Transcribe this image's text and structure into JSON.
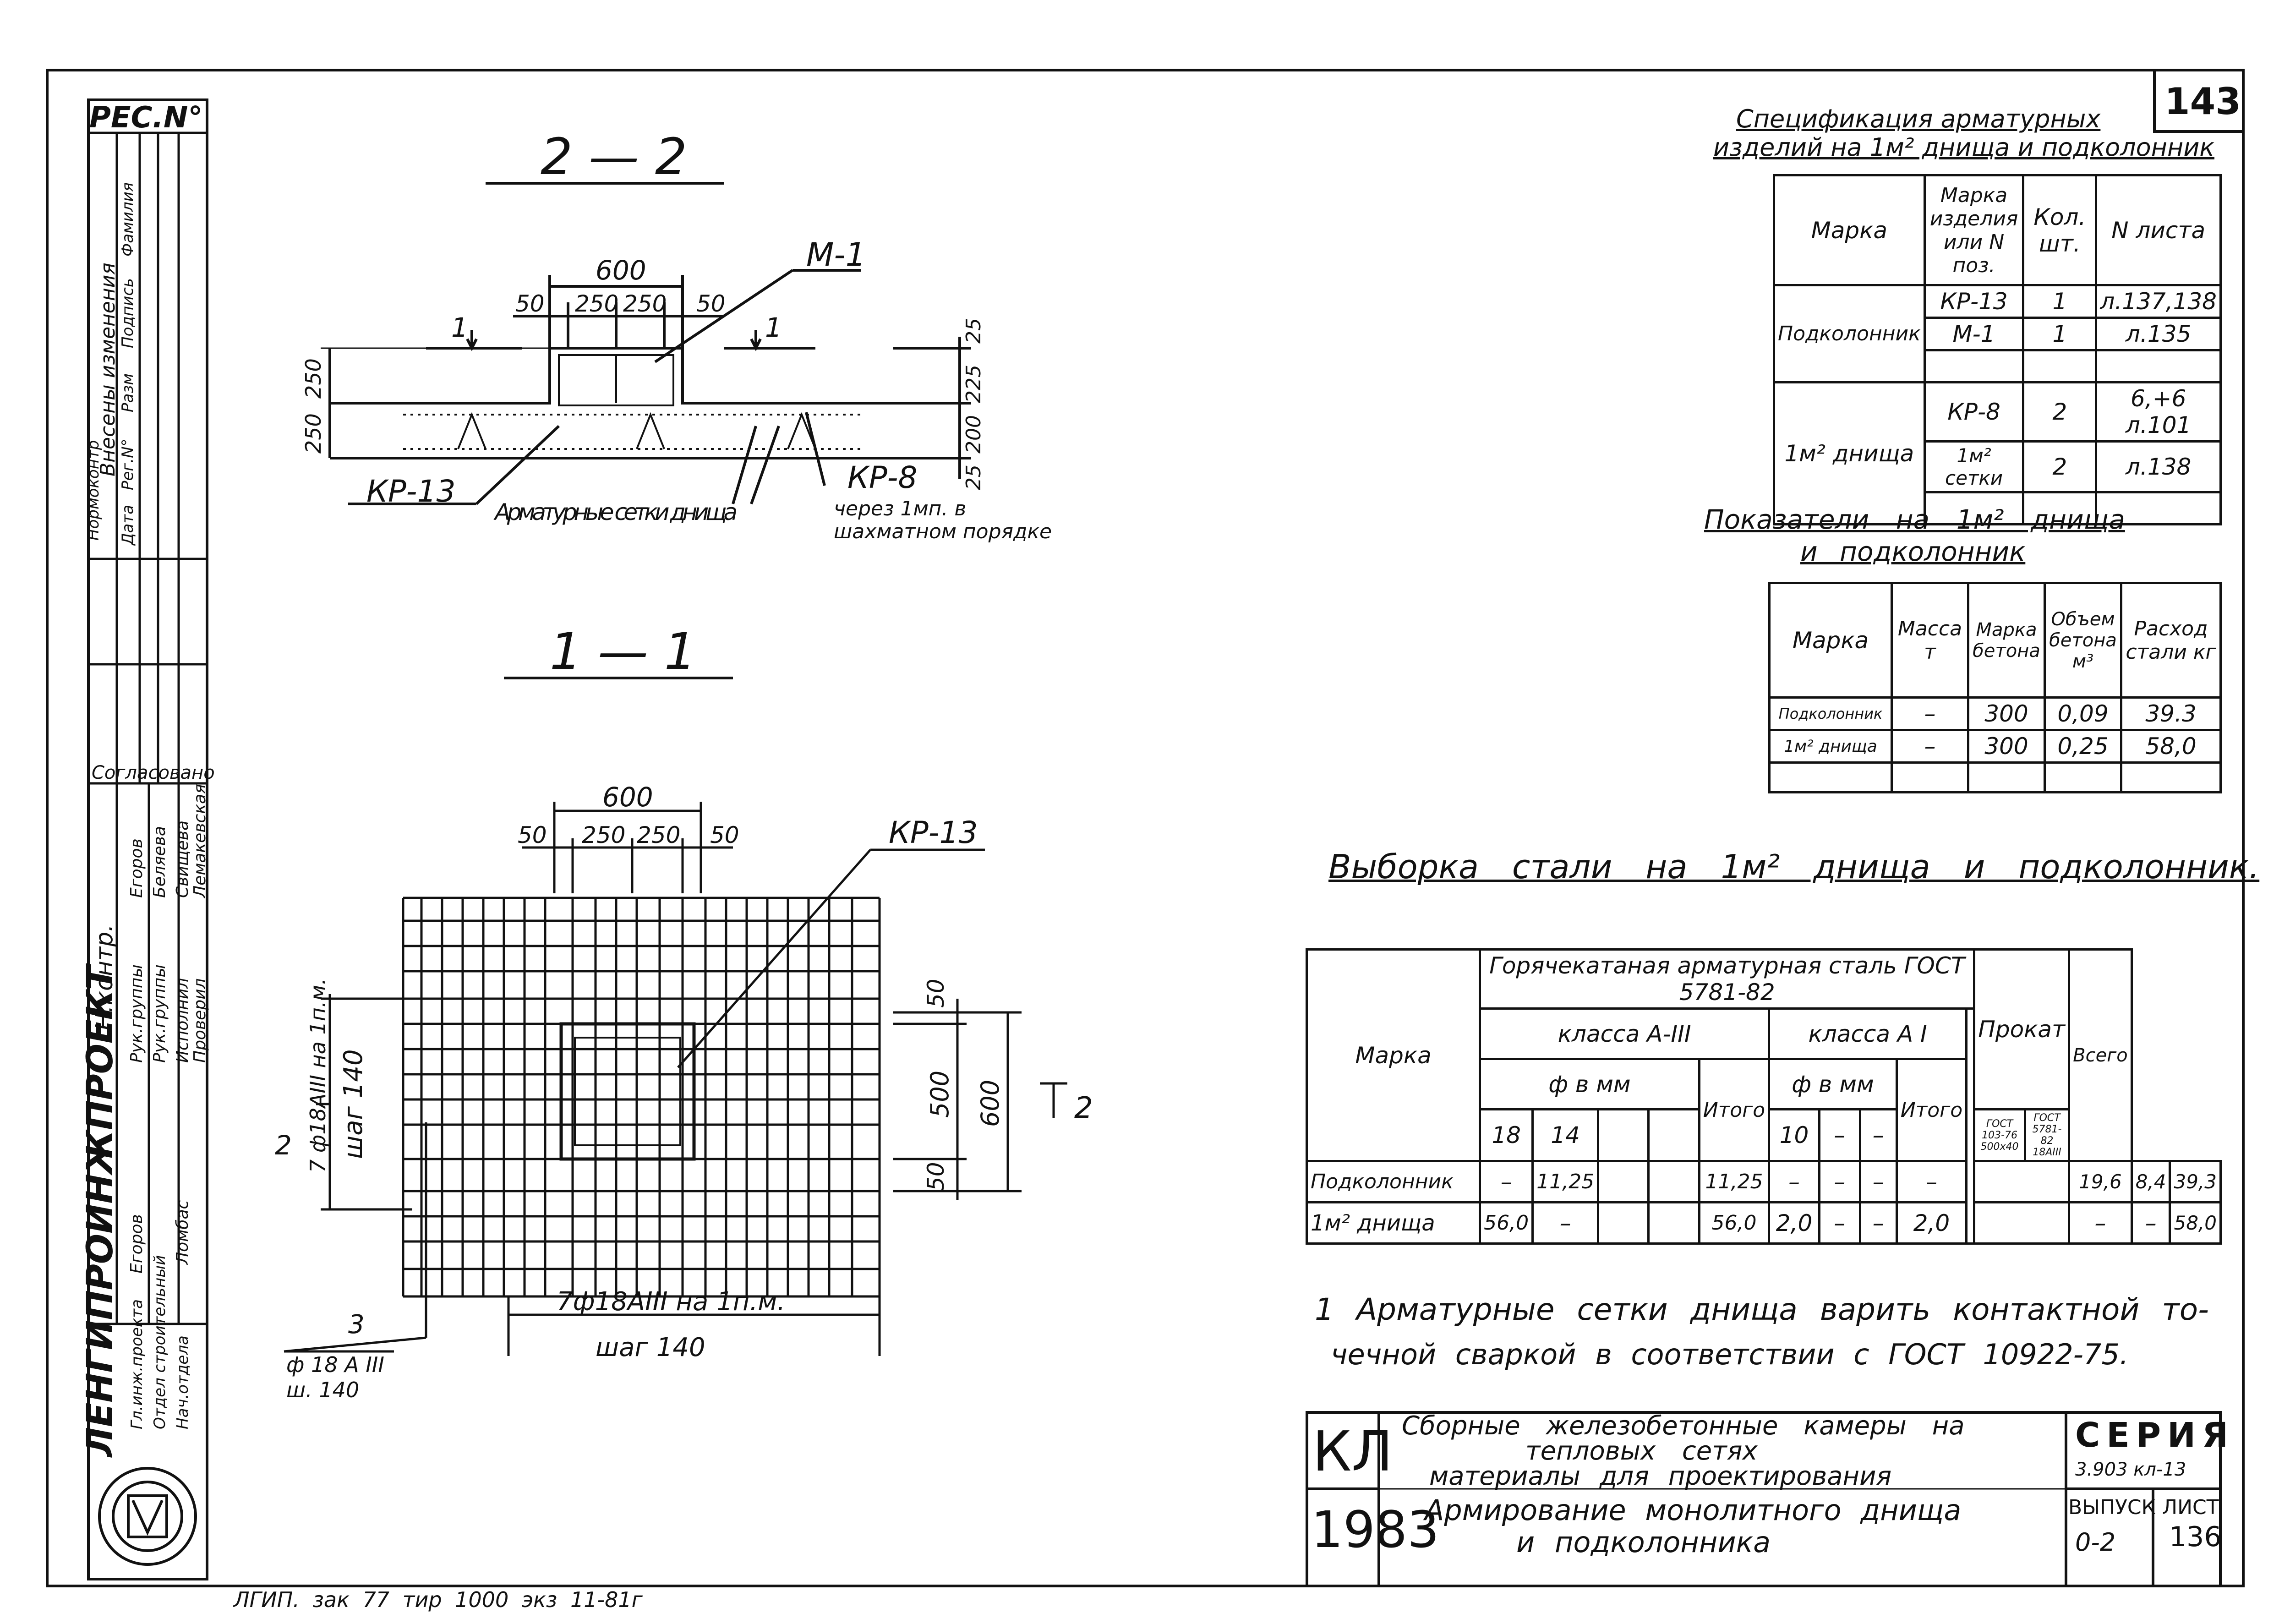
{
  "sheet_number": "143",
  "left_strip": {
    "reg_label": "РЕС.N°",
    "revision_header": "Внесены изменения",
    "revision_cols": [
      "Дата",
      "Рег.N°",
      "Разм",
      "Подпись",
      "Фамилия"
    ],
    "controller_label": "Нормоконтр",
    "agreed": "Согласовано",
    "people": [
      {
        "role": "Рук.группы",
        "name": "Егоров"
      },
      {
        "role": "Рук.группы",
        "name": "Беляева"
      },
      {
        "role": "Исполнил",
        "name": "Свищева"
      },
      {
        "role": "Проверил",
        "name": "Лемакевская"
      },
      {
        "role": "Гл.инж.проекта",
        "name": "Егоров"
      },
      {
        "role": "Отдел строительный",
        "name": ""
      },
      {
        "role": "Нач.отдела",
        "name": "Ломбас"
      }
    ],
    "org": "ЛЕНГИПРОИНЖПРОЕКТ",
    "org_sub": "Н.контр."
  },
  "section_22": {
    "title": "2 — 2",
    "dims_top": [
      "600",
      "50",
      "250",
      "250",
      "50"
    ],
    "dims_right": [
      "25",
      "225",
      "200",
      "25"
    ],
    "dims_left": [
      "250",
      "250"
    ],
    "cut_mark": "1",
    "labels": {
      "m1": "М-1",
      "kp13": "КР-13",
      "kp8": "КР-8",
      "mesh": "Арматурные сетки днища",
      "kp8_note_1": "через 1мп. в",
      "kp8_note_2": "шахматном порядке"
    }
  },
  "section_11": {
    "title": "1 — 1",
    "dims_top": [
      "600",
      "50",
      "250",
      "250",
      "50"
    ],
    "dims_right": [
      "50",
      "500",
      "50",
      "600"
    ],
    "labels": {
      "kp13": "КР-13",
      "left_rebar": "7 ф18АIII на 1п.м.",
      "left_step": "шаг 140",
      "bottom_rebar": "7ф18АIII на 1п.м.",
      "bottom_step": "шаг 140",
      "callout_num": "3",
      "callout_rebar": "ф 18 А III",
      "callout_step": "ш. 140",
      "cut_mark": "2"
    }
  },
  "spec_table": {
    "title_1": "Спецификация арматурных",
    "title_2": "изделий на 1м² днища и подколонник",
    "headers": [
      "Марка",
      "Марка изделия или N поз.",
      "Кол. шт.",
      "N листа"
    ],
    "groups": [
      {
        "mark": "Подколонник",
        "rows": [
          [
            "КР-13",
            "1",
            "л.137,138"
          ],
          [
            "М-1",
            "1",
            "л.135"
          ]
        ]
      },
      {
        "mark": "1м² днища",
        "rows": [
          [
            "КР-8",
            "2",
            "6,+6 л.101"
          ],
          [
            "1м² сетки",
            "2",
            "л.138"
          ]
        ]
      }
    ]
  },
  "indicators_table": {
    "title_1": "Показатели на 1м² днища",
    "title_2": "и подколонник",
    "headers": [
      "Марка",
      "Масса т",
      "Марка бетона",
      "Объем бетона м³",
      "Расход стали кг"
    ],
    "rows": [
      [
        "Подколонник",
        "–",
        "300",
        "0,09",
        "39.3"
      ],
      [
        "1м² днища",
        "–",
        "300",
        "0,25",
        "58,0"
      ]
    ]
  },
  "steel_table": {
    "title": "Выборка стали на 1м² днища и подколонник.",
    "h_hot": "Горячекатаная арматурная сталь ГОСТ 5781-82",
    "h_mark": "Марка",
    "h_a3": "класса А-III",
    "h_a1": "класса А I",
    "h_dia": "ф в мм",
    "h_total": "Итого",
    "h_prokat": "Прокат",
    "h_all": "Всего",
    "prokat_sub": [
      "ГОСТ 103-76 500х40",
      "ГОСТ 5781-82 18АIII"
    ],
    "dia_a3": [
      "18",
      "14",
      "",
      ""
    ],
    "dia_a1": [
      "10",
      "–",
      "–"
    ],
    "rows": [
      {
        "mark": "Подколонник",
        "a3": [
          "–",
          "11,25",
          "",
          ""
        ],
        "a3_total": "11,25",
        "a1": [
          "–",
          "–",
          "–"
        ],
        "a1_total": "–",
        "prokat": [
          "19,6",
          "8,4"
        ],
        "all": "39,3"
      },
      {
        "mark": "1м² днища",
        "a3": [
          "56,0",
          "–",
          "",
          ""
        ],
        "a3_total": "56,0",
        "a1": [
          "2,0",
          "–",
          "–"
        ],
        "a1_total": "2,0",
        "prokat": [
          "–",
          "–"
        ],
        "all": "58,0"
      }
    ]
  },
  "note": {
    "line_1": "1 Арматурные сетки днища варить контактной то-",
    "line_2": "чечной сваркой в соответствии с ГОСТ 10922-75."
  },
  "title_block": {
    "code": "КЛ",
    "year": "1983",
    "desc_1": "Сборные железобетонные камеры на",
    "desc_2": "тепловых сетях",
    "desc_3": "материалы для проектирования",
    "desc_4": "Армирование монолитного днища",
    "desc_5": "и подколонника",
    "series_label": "СЕРИЯ",
    "series_value": "3.903 кл-13",
    "issue_label": "ВЫПУСК",
    "issue_value": "0-2",
    "sheet_label": "ЛИСТ",
    "sheet_value": "136"
  },
  "footer": "ЛГИП. зак 77 тир 1000 экз 11-81г"
}
